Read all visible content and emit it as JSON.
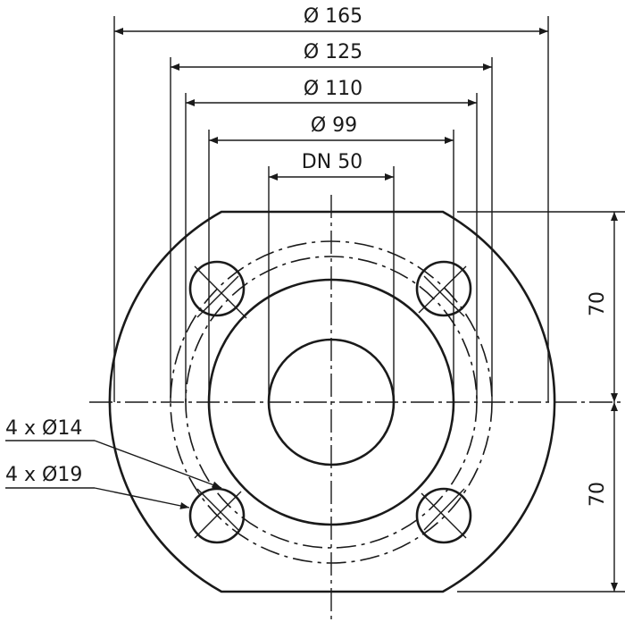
{
  "dimensions": {
    "d165": "Ø 165",
    "d125": "Ø 125",
    "d110": "Ø 110",
    "d99": "Ø 99",
    "dn": "DN 50",
    "upper_height": "70",
    "lower_height": "70"
  },
  "callouts": {
    "bolt_hole_small": "4 x Ø14",
    "bolt_hole_large": "4 x Ø19"
  }
}
